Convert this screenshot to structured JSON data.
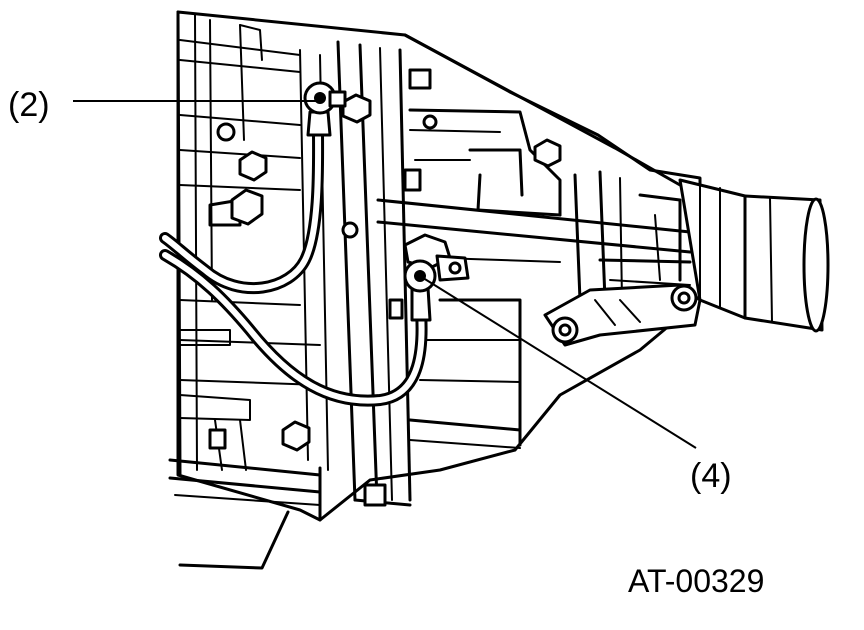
{
  "callouts": {
    "label_2": "(2)",
    "label_4": "(4)"
  },
  "figure_id": "AT-00329"
}
